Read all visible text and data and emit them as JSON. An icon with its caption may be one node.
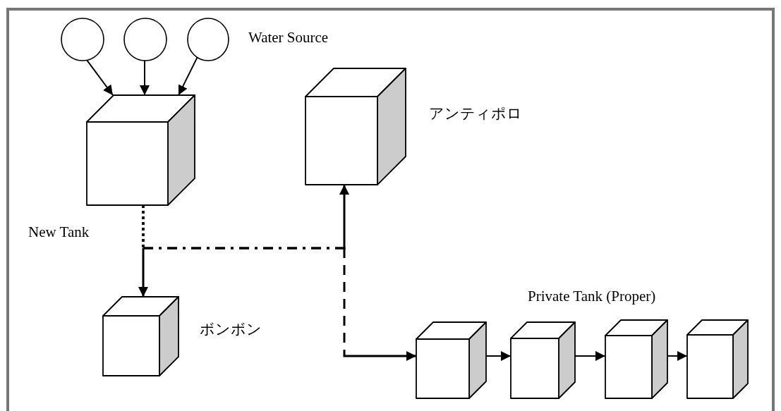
{
  "diagram": {
    "nodes": [
      {
        "text": [],
        "shape": "circle"
      },
      {
        "text": [],
        "shape": "circle"
      },
      {
        "text": [],
        "shape": "circle"
      },
      {
        "text": [
          "New Tank"
        ]
      },
      {
        "text": [
          "アンティポロ"
        ]
      },
      {
        "text": [
          "ボンボン"
        ]
      },
      {
        "text": [],
        "shape": "box"
      },
      {
        "text": [],
        "shape": "box"
      },
      {
        "text": [],
        "shape": "box"
      },
      {
        "text": [],
        "shape": "box"
      }
    ],
    "edges": [
      {
        "from": 0,
        "to": 3,
        "arrow": "to"
      },
      {
        "from": 1,
        "to": 3,
        "arrow": "to"
      },
      {
        "from": 2,
        "to": 3,
        "arrow": "to"
      },
      {
        "from": 3,
        "to": 5,
        "arrow": "to",
        "style": "dashed"
      },
      {
        "from": 3,
        "to": 4,
        "arrow": "to",
        "style": "dashed"
      },
      {
        "from": 3,
        "to": 6,
        "arrow": "to",
        "style": "dashed"
      },
      {
        "from": 6,
        "to": 7,
        "arrow": "to"
      },
      {
        "from": 7,
        "to": 8,
        "arrow": "to"
      },
      {
        "from": 8,
        "to": 9,
        "arrow": "to"
      }
    ],
    "labels": [
      "Water Source",
      "Private Tank (Proper)"
    ]
  }
}
